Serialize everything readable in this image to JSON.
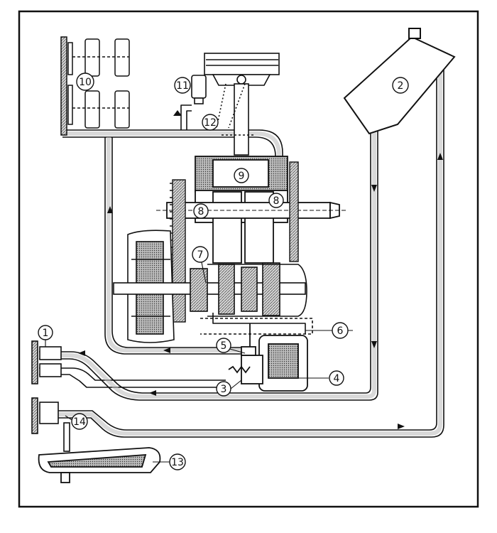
{
  "diagram": {
    "title": "",
    "callouts": [
      {
        "id": "c1",
        "label": "1"
      },
      {
        "id": "c2",
        "label": "2"
      },
      {
        "id": "c3",
        "label": "3"
      },
      {
        "id": "c4",
        "label": "4"
      },
      {
        "id": "c5",
        "label": "5"
      },
      {
        "id": "c6",
        "label": "6"
      },
      {
        "id": "c7",
        "label": "7"
      },
      {
        "id": "c8a",
        "label": "8"
      },
      {
        "id": "c8b",
        "label": "8"
      },
      {
        "id": "c9",
        "label": "9"
      },
      {
        "id": "c10",
        "label": "10"
      },
      {
        "id": "c11",
        "label": "11"
      },
      {
        "id": "c12",
        "label": "12"
      },
      {
        "id": "c13",
        "label": "13"
      },
      {
        "id": "c14",
        "label": "14"
      }
    ]
  },
  "colors": {
    "ink": "#111111",
    "paper": "#ffffff",
    "oil_fill": "#c9c9c9",
    "hatch": "#555555"
  }
}
